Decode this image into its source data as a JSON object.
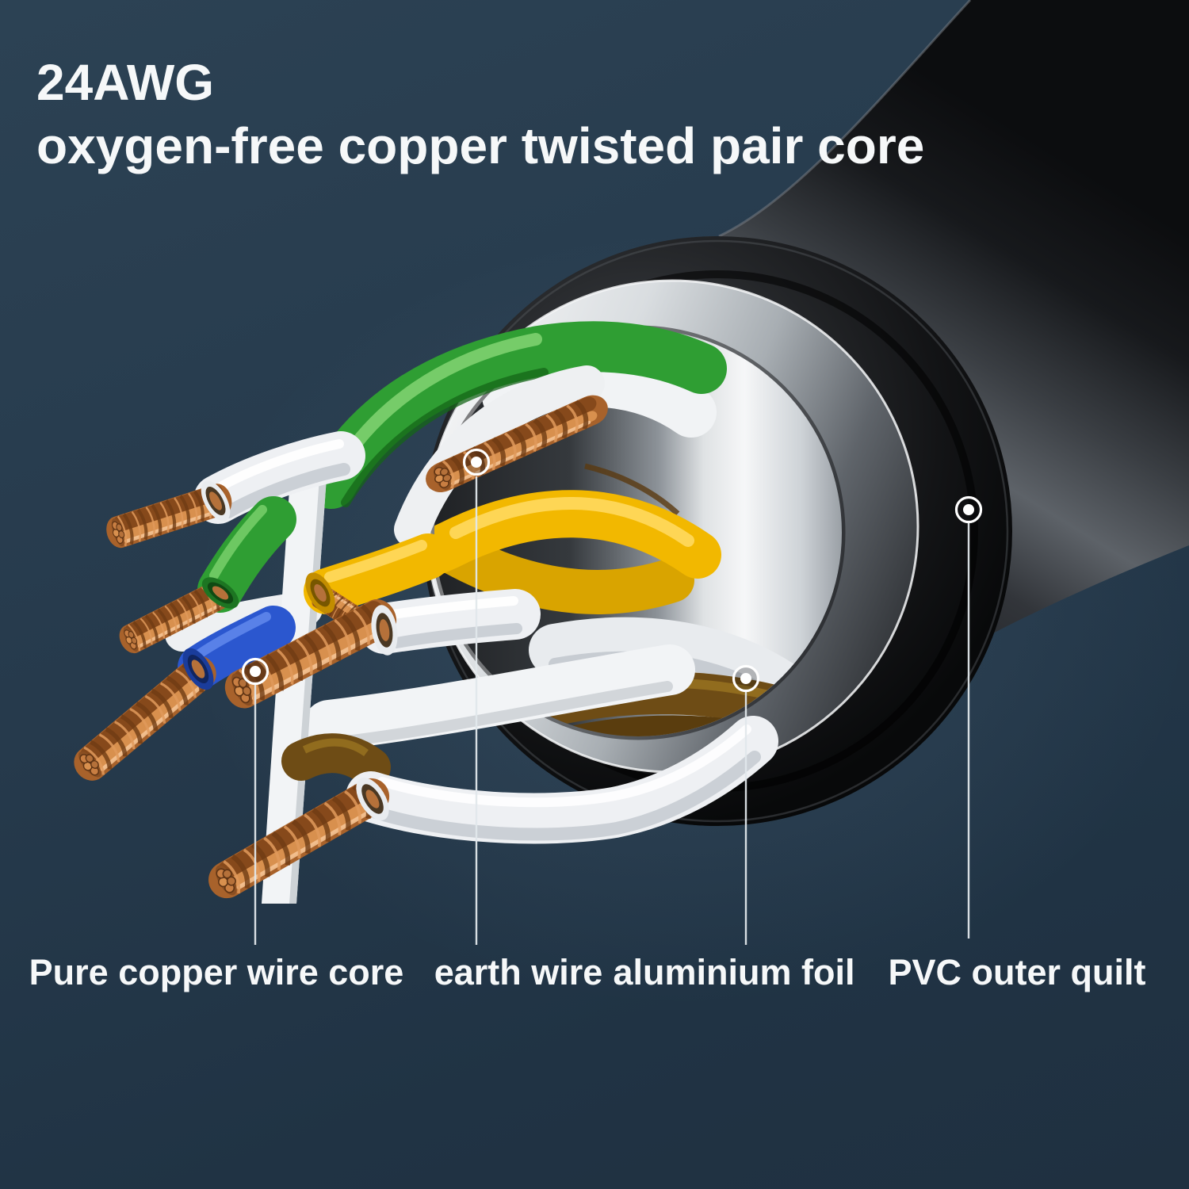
{
  "title": {
    "line1": "24AWG",
    "line2": "oxygen-free copper twisted pair core"
  },
  "callouts": [
    {
      "id": "pure-copper-wire-core",
      "label": "Pure copper wire core"
    },
    {
      "id": "earth-wire",
      "label": "earth wire"
    },
    {
      "id": "aluminium-foil",
      "label": "aluminium foil"
    },
    {
      "id": "pvc-outer-quilt",
      "label": "PVC outer quilt"
    }
  ],
  "colors": {
    "background_top": "#2c4254",
    "background_bottom": "#203344",
    "text": "#f6f8f9",
    "callout_line": "#e2e8ec",
    "copper": "#b06f35",
    "wire_green": "#2f9e33",
    "wire_yellow": "#f2b800",
    "wire_blue": "#2b57cf",
    "wire_white": "#eef0f3",
    "wire_brown": "#6e4c15",
    "foil_silver": "#d4d8db",
    "jacket_black": "#17181a"
  }
}
